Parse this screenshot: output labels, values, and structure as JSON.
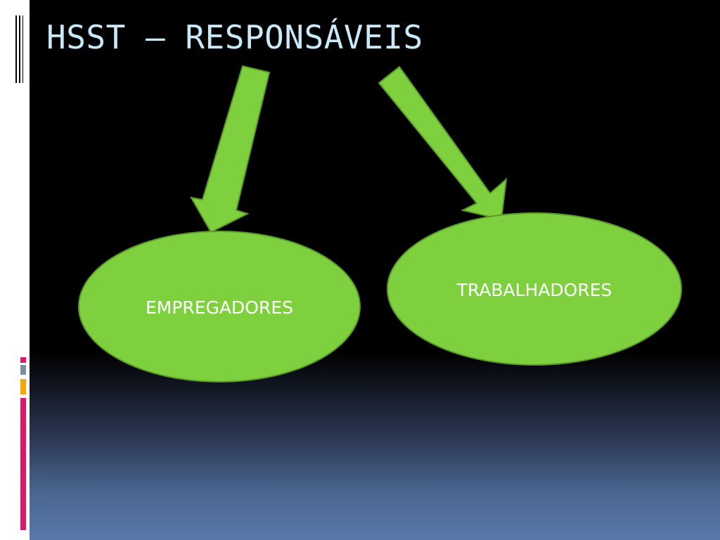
{
  "slide": {
    "title": "HSST – RESPONSÁVEIS",
    "title_color": "#c9e8f8",
    "background_color": "#000000",
    "gradient_bottom_color": "#5a78a8"
  },
  "diagram": {
    "shape_fill": "#7ed03f",
    "shape_stroke": "#5a9a2a",
    "nodes": [
      {
        "label": "EMPREGADORES"
      },
      {
        "label": "TRABALHADORES"
      }
    ]
  },
  "decor": {
    "bar_colors": [
      "#e0186c",
      "#7c8fa0",
      "#f5a800",
      "#e0186c"
    ]
  }
}
